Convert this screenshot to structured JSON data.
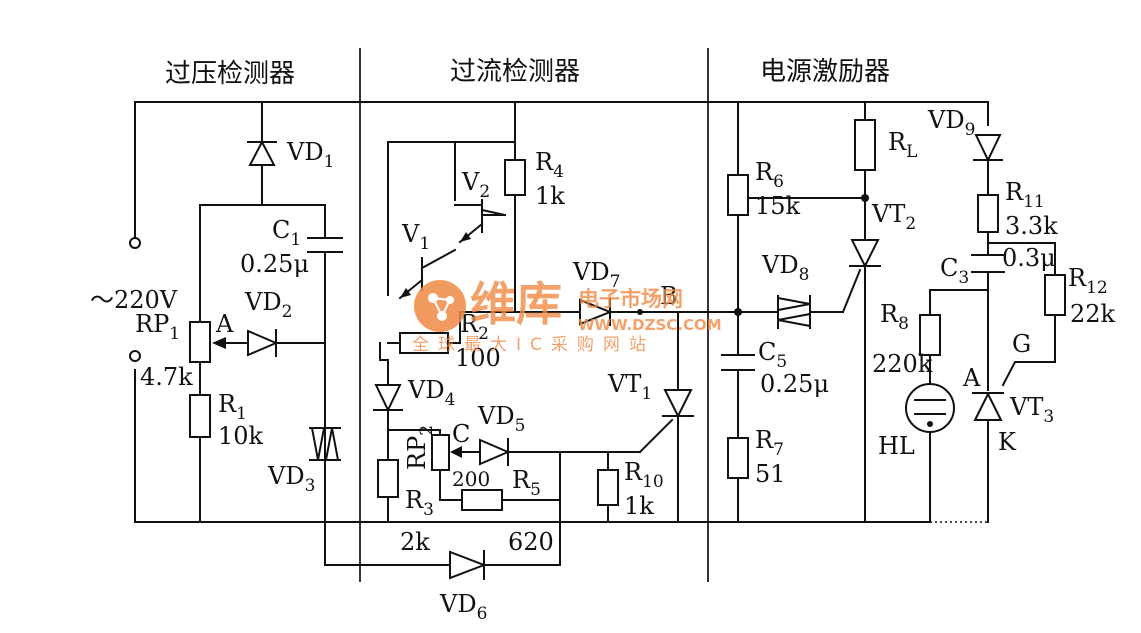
{
  "headers": {
    "overvoltage": "过压检测器",
    "overcurrent": "过流检测器",
    "power_exciter": "电源激励器"
  },
  "supply": {
    "label": "～220V"
  },
  "components": {
    "vd1": "VD",
    "vd1_sub": "1",
    "c1": "C",
    "c1_sub": "1",
    "c1_val": "0.25μ",
    "rp1": "RP",
    "rp1_sub": "1",
    "rp1_val": "4.7k",
    "node_a": "A",
    "vd2": "VD",
    "vd2_sub": "2",
    "r1": "R",
    "r1_sub": "1",
    "r1_val": "10k",
    "vd3": "VD",
    "vd3_sub": "3",
    "v1": "V",
    "v1_sub": "1",
    "v2": "V",
    "v2_sub": "2",
    "r4": "R",
    "r4_sub": "4",
    "r4_val": "1k",
    "r2": "R",
    "r2_sub": "2",
    "r2_val": "100",
    "vd7": "VD",
    "vd7_sub": "7",
    "node_b": "B",
    "vd4": "VD",
    "vd4_sub": "4",
    "vd5": "VD",
    "vd5_sub": "5",
    "rp2": "RP",
    "rp2_sub": "2",
    "node_c": "C",
    "rp2_val": "200",
    "r5": "R",
    "r5_sub": "5",
    "r5_val": "620",
    "r3": "R",
    "r3_sub": "3",
    "r3_val": "2k",
    "vt1": "VT",
    "vt1_sub": "1",
    "r10": "R",
    "r10_sub": "10",
    "r10_val": "1k",
    "vd6": "VD",
    "vd6_sub": "6",
    "r6": "R",
    "r6_sub": "6",
    "r6_val": "15k",
    "vd8": "VD",
    "vd8_sub": "8",
    "c5": "C",
    "c5_sub": "5",
    "c5_val": "0.25μ",
    "r7": "R",
    "r7_sub": "7",
    "r7_val": "51",
    "rl": "R",
    "rl_sub": "L",
    "vt2": "VT",
    "vt2_sub": "2",
    "r8": "R",
    "r8_sub": "8",
    "r8_val": "220k",
    "hl": "HL",
    "vd9": "VD",
    "vd9_sub": "9",
    "r11": "R",
    "r11_sub": "11",
    "r11_val": "3.3k",
    "c3": "C",
    "c3_sub": "3",
    "c3_val": "0.3μ",
    "r12": "R",
    "r12_sub": "12",
    "r12_val": "22k",
    "g": "G",
    "a3": "A",
    "vt3": "VT",
    "vt3_sub": "3",
    "k": "K"
  },
  "watermark": {
    "brand": "维库",
    "site_cn": "电子市场网",
    "url": "WWW.DZSC.COM",
    "slogan": "全球最大IC采购网站"
  }
}
